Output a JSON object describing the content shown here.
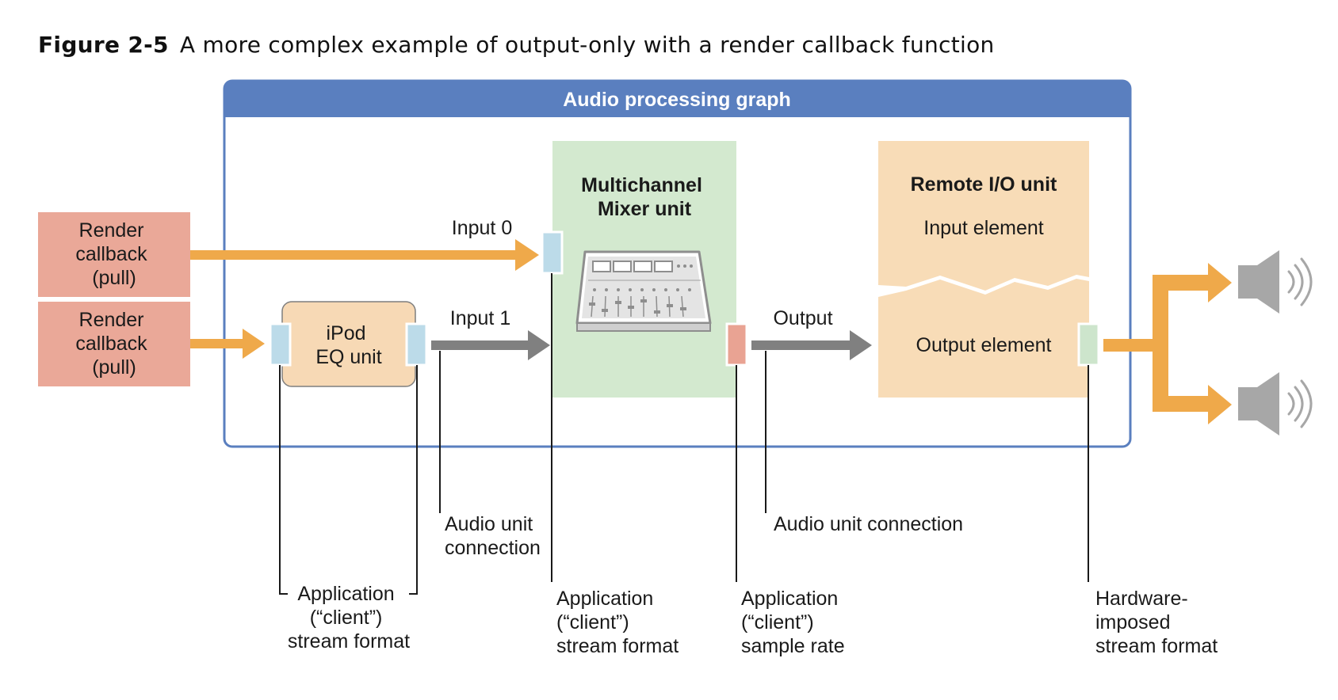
{
  "caption": {
    "figure_number": "Figure 2-5",
    "title": "A more complex example of output-only with a render callback function"
  },
  "graph": {
    "title": "Audio processing graph"
  },
  "render_callbacks": [
    {
      "lines": [
        "Render",
        "callback",
        "(pull)"
      ]
    },
    {
      "lines": [
        "Render",
        "callback",
        "(pull)"
      ]
    }
  ],
  "eq_unit": {
    "lines": [
      "iPod",
      "EQ unit"
    ]
  },
  "mixer_unit": {
    "lines": [
      "Multichannel",
      "Mixer unit"
    ]
  },
  "remote_io": {
    "title": "Remote I/O unit",
    "input_element": "Input element",
    "output_element": "Output element"
  },
  "connection_labels": {
    "input0": "Input 0",
    "input1": "Input 1",
    "output": "Output"
  },
  "callouts": {
    "audio_unit_connection_1": [
      "Audio unit",
      "connection"
    ],
    "audio_unit_connection_2": [
      "Audio unit connection"
    ],
    "app_stream_format_eq": [
      "Application",
      "(“client”)",
      "stream format"
    ],
    "app_stream_format_mixer": [
      "Application",
      "(“client”)",
      "stream format"
    ],
    "app_sample_rate": [
      "Application",
      "(“client”)",
      "sample rate"
    ],
    "hardware_format": [
      "Hardware-",
      "imposed",
      "stream format"
    ]
  },
  "colors": {
    "graph_header": "#5a7fbf",
    "graph_border": "#5a7fbf",
    "render_callback": "#eaa898",
    "eq_unit_fill": "#f7d9b5",
    "mixer_fill": "#d3e9cf",
    "remote_io_fill": "#f8dcb7",
    "orange_arrow": "#efa94a",
    "gray_arrow": "#808080",
    "port_blue": "#bcdbe9",
    "port_red": "#e9a393",
    "port_green": "#cde5cc",
    "speaker": "#a7a7a7"
  },
  "icons": {
    "mixer": "mixing-console-icon",
    "speaker": "speaker-icon"
  }
}
